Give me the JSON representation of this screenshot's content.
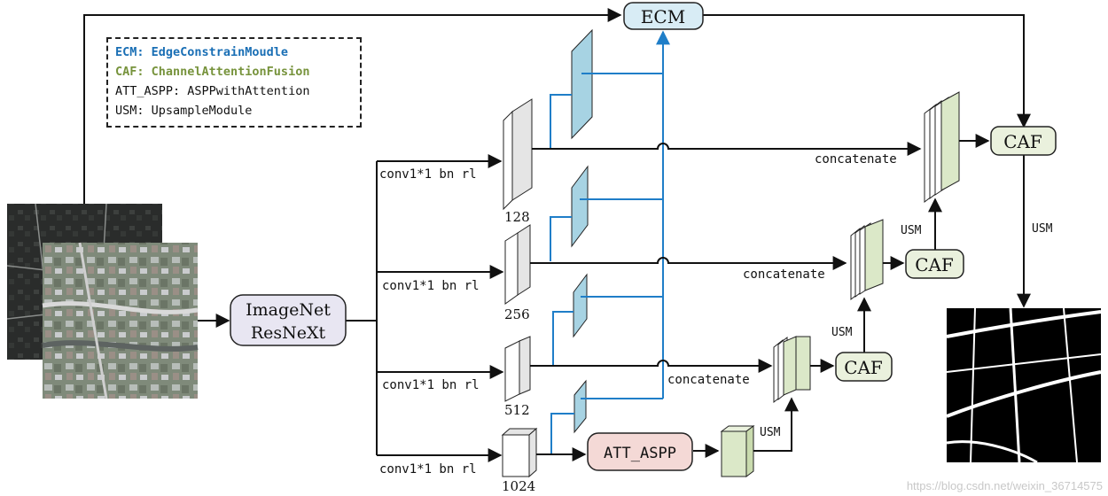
{
  "legend": {
    "ecm": "ECM: EdgeConstrainMoudle",
    "caf": "CAF: ChannelAttentionFusion",
    "att": "ATT_ASPP: ASPPwithAttention",
    "usm": "USM: UpsampleModule"
  },
  "colors": {
    "ecm_text": "#1a6fb5",
    "caf_text": "#77933c",
    "blue_line": "#1f7ec8",
    "ecm_fill": "#d8ecf5",
    "caf_fill": "#eaf1dd",
    "att_fill": "#f4d9d6",
    "backbone_fill": "#e8e6f2",
    "feature_blue": "#a7d3e3",
    "feature_green": "#dbe8c8"
  },
  "nodes": {
    "ecm": "ECM",
    "backbone_line1": "ImageNet",
    "backbone_line2": "ResNeXt",
    "att_aspp": "ATT_ASPP",
    "caf_top": "CAF",
    "caf_mid": "CAF",
    "caf_low": "CAF"
  },
  "labels": {
    "conv": "conv1*1 bn rl",
    "concatenate": "concatenate",
    "usm": "USM",
    "c128": "128",
    "c256": "256",
    "c512": "512",
    "c1024": "1024"
  },
  "watermark": "https://blog.csdn.net/weixin_36714575"
}
